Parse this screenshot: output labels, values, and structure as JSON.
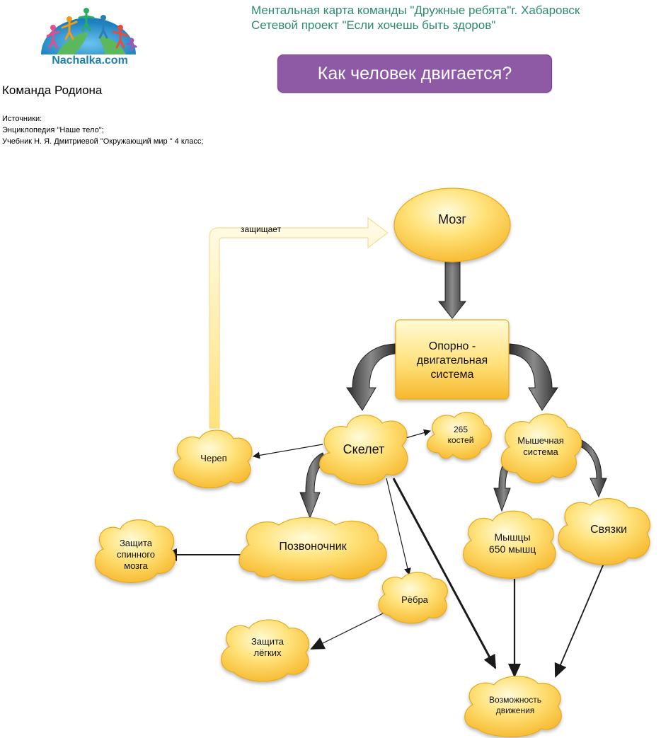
{
  "header": {
    "logo_text": "Nachalka.com",
    "line1": "Ментальная карта команды \"Дружные ребята\"г. Хабаровск",
    "line2": "Сетевой проект \"Если хочешь быть здоров\"",
    "title": "Как человек двигается?"
  },
  "team": "Команда Родиона",
  "sources": {
    "label": "Источники:",
    "items": [
      "Энциклопедия \"Наше тело\";",
      "Учебник Н. Я. Дмитриевой \"Окружающий мир \" 4 класс;"
    ]
  },
  "diagram": {
    "arrow_label": "защищает",
    "nodes": {
      "brain": "Мозг",
      "musculoskeletal_1": "Опорно -",
      "musculoskeletal_2": "двигательная",
      "musculoskeletal_3": "система",
      "skeleton": "Скелет",
      "bones_1": "265",
      "bones_2": "костей",
      "muscle_system_1": "Мышечная",
      "muscle_system_2": "система",
      "skull": "Череп",
      "spine": "Позвоночник",
      "spinal_protect_1": "Защита",
      "spinal_protect_2": "спинного",
      "spinal_protect_3": "мозга",
      "muscles_1": "Мышцы",
      "muscles_2": "650  мышц",
      "ligaments": "Связки",
      "ribs": "Рёбра",
      "lung_protect_1": "Защита",
      "lung_protect_2": "лёгких",
      "movement_1": "Возможность",
      "movement_2": "движения"
    }
  },
  "colors": {
    "node_fill_light": "#fff7c2",
    "node_fill_dark": "#f9c23c",
    "node_border": "#e7a91e",
    "title_bg": "#8e5aa6",
    "header_text": "#2e8b6a"
  }
}
